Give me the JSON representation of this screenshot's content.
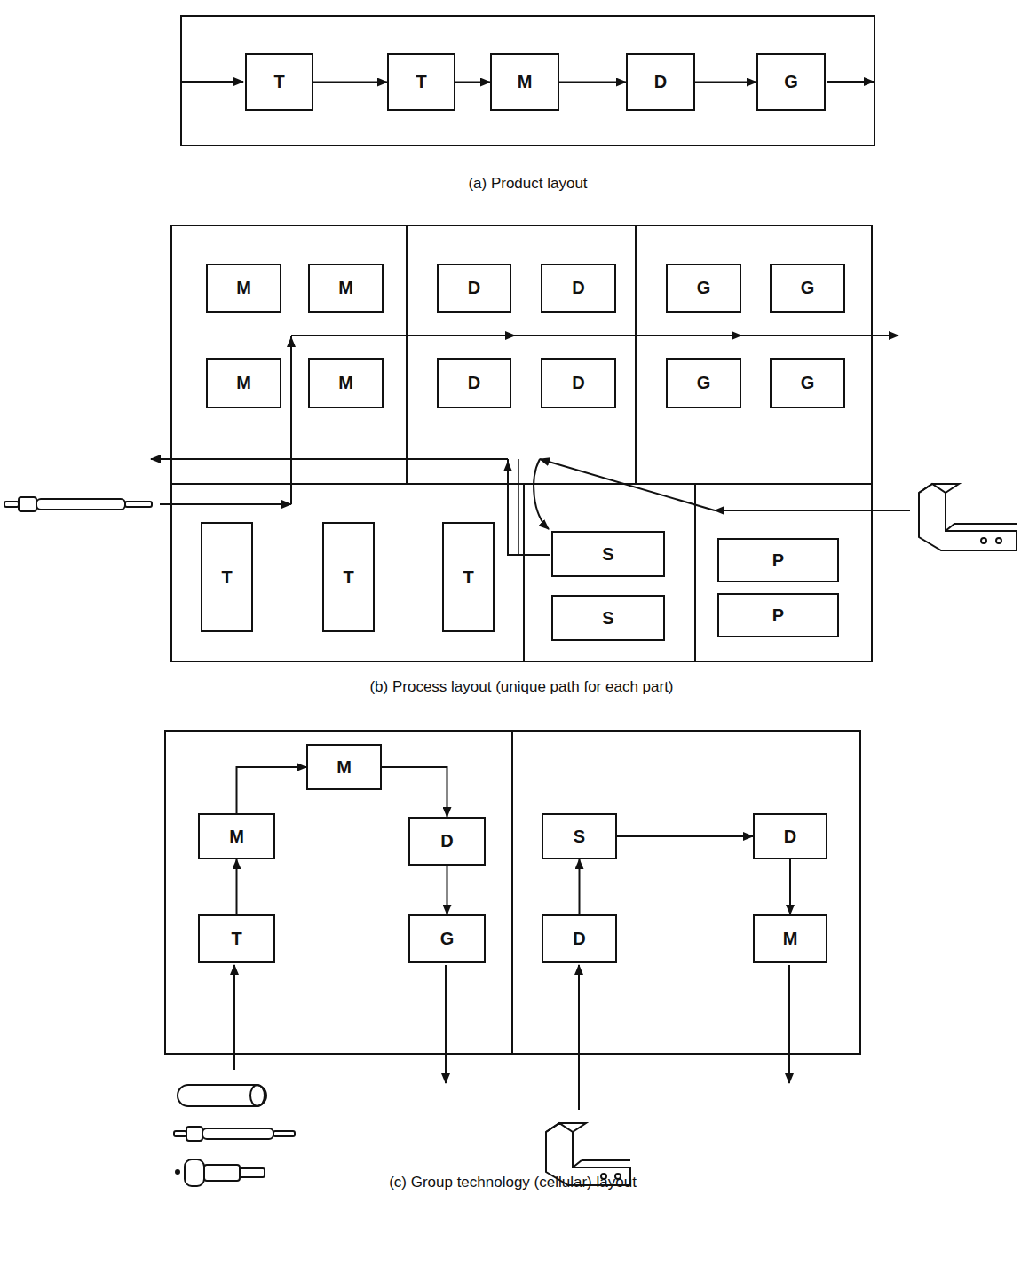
{
  "diagram": {
    "nodes": [
      {
        "text": [
          "(a) Product layout"
        ]
      },
      {
        "text": [
          "T"
        ],
        "in": 0
      },
      {
        "text": [
          "T"
        ],
        "in": 0
      },
      {
        "text": [
          "M"
        ],
        "in": 0
      },
      {
        "text": [
          "D"
        ],
        "in": 0
      },
      {
        "text": [
          "G"
        ],
        "in": 0
      },
      {
        "text": [
          "(b) Process layout (unique path for each part)"
        ]
      },
      {
        "text": [
          "M"
        ],
        "in": 6
      },
      {
        "text": [
          "M"
        ],
        "in": 6
      },
      {
        "text": [
          "D"
        ],
        "in": 6
      },
      {
        "text": [
          "D"
        ],
        "in": 6
      },
      {
        "text": [
          "G"
        ],
        "in": 6
      },
      {
        "text": [
          "G"
        ],
        "in": 6
      },
      {
        "text": [
          "M"
        ],
        "in": 6
      },
      {
        "text": [
          "M"
        ],
        "in": 6
      },
      {
        "text": [
          "D"
        ],
        "in": 6
      },
      {
        "text": [
          "D"
        ],
        "in": 6
      },
      {
        "text": [
          "G"
        ],
        "in": 6
      },
      {
        "text": [
          "G"
        ],
        "in": 6
      },
      {
        "text": [
          "T"
        ],
        "in": 6
      },
      {
        "text": [
          "T"
        ],
        "in": 6
      },
      {
        "text": [
          "T"
        ],
        "in": 6
      },
      {
        "text": [
          "S"
        ],
        "in": 6
      },
      {
        "text": [
          "P"
        ],
        "in": 6
      },
      {
        "text": [
          "S"
        ],
        "in": 6
      },
      {
        "text": [
          "P"
        ],
        "in": 6
      },
      {
        "text": [
          "(c) Group technology (cellular) layout"
        ]
      },
      {
        "text": [
          "M"
        ],
        "in": 26
      },
      {
        "text": [
          "M"
        ],
        "in": 26
      },
      {
        "text": [
          "D"
        ],
        "in": 26
      },
      {
        "text": [
          "S"
        ],
        "in": 26
      },
      {
        "text": [
          "D"
        ],
        "in": 26
      },
      {
        "text": [
          "T"
        ],
        "in": 26
      },
      {
        "text": [
          "G"
        ],
        "in": 26
      },
      {
        "text": [
          "D"
        ],
        "in": 26
      },
      {
        "text": [
          "M"
        ],
        "in": 26
      }
    ],
    "edges": [
      {
        "from": 1,
        "to": 2,
        "arrow": "to"
      },
      {
        "from": 2,
        "to": 3,
        "arrow": "to"
      },
      {
        "from": 3,
        "to": 4,
        "arrow": "to"
      },
      {
        "from": 4,
        "to": 5,
        "arrow": "to"
      },
      {
        "from": 32,
        "to": 28,
        "arrow": "to"
      },
      {
        "from": 28,
        "to": 27,
        "arrow": "to"
      },
      {
        "from": 27,
        "to": 29,
        "arrow": "to"
      },
      {
        "from": 29,
        "to": 33,
        "arrow": "to"
      },
      {
        "from": 34,
        "to": 30,
        "arrow": "to"
      },
      {
        "from": 30,
        "to": 31,
        "arrow": "to"
      },
      {
        "from": 31,
        "to": 35,
        "arrow": "to"
      }
    ]
  }
}
